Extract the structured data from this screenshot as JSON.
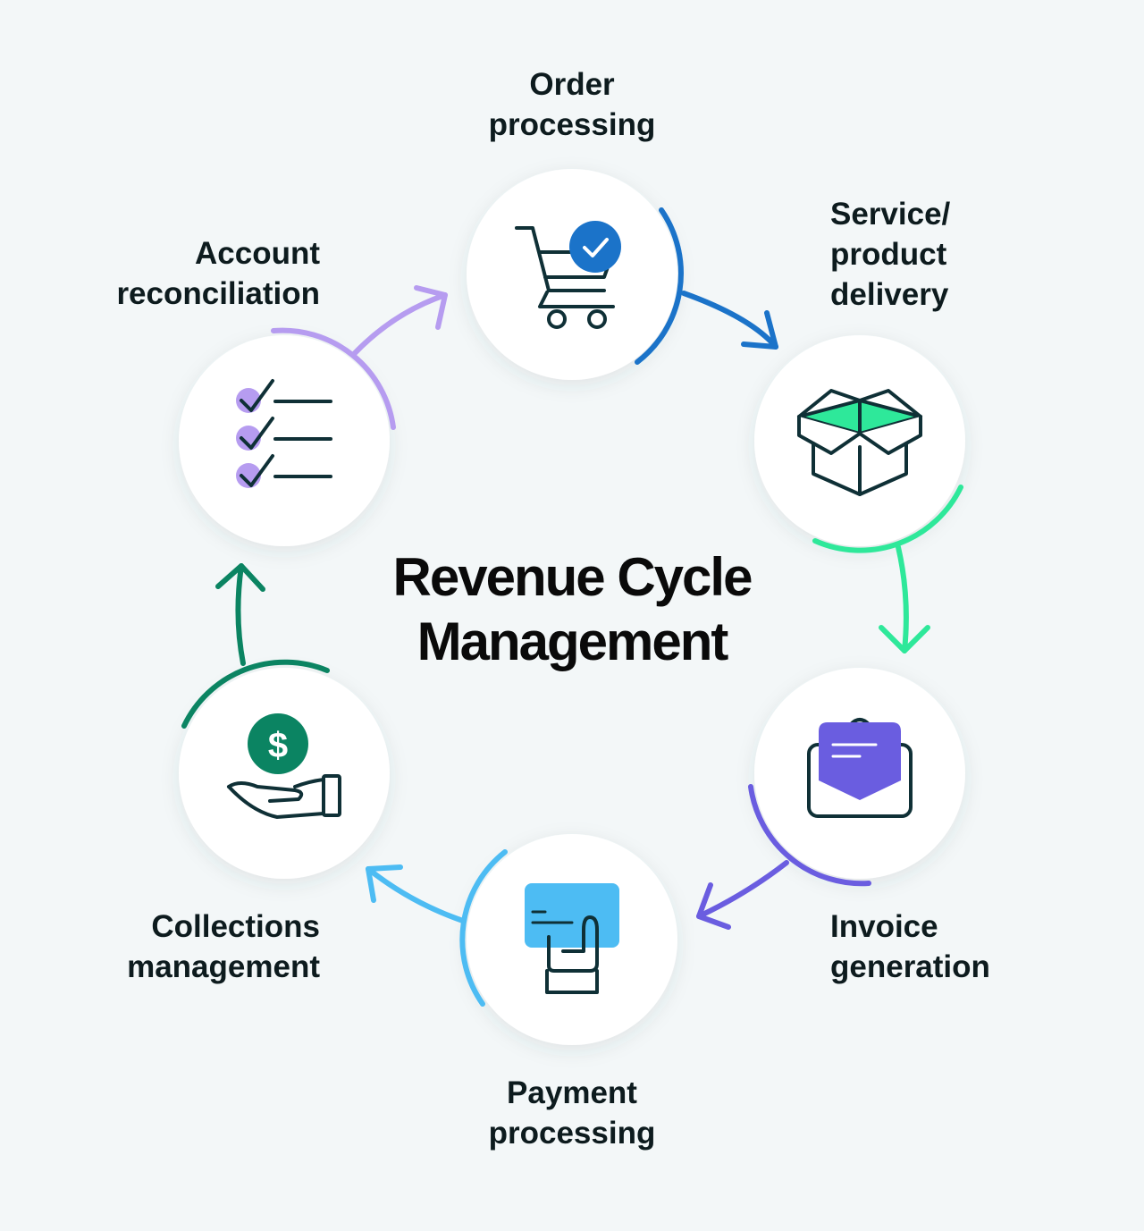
{
  "title": {
    "line1": "Revenue Cycle",
    "line2": "Management"
  },
  "steps": [
    {
      "id": "order",
      "line1": "Order",
      "line2": "processing",
      "icon": "shopping-cart-check-icon",
      "color": "#1b73c9"
    },
    {
      "id": "delivery",
      "line1": "Service/",
      "line2": "product",
      "line3": "delivery",
      "icon": "open-box-icon",
      "color": "#2ee89a"
    },
    {
      "id": "invoice",
      "line1": "Invoice",
      "line2": "generation",
      "icon": "envelope-letter-icon",
      "color": "#6a5de0"
    },
    {
      "id": "payment",
      "line1": "Payment",
      "line2": "processing",
      "icon": "hand-credit-card-icon",
      "color": "#4dbcf3"
    },
    {
      "id": "collections",
      "line1": "Collections",
      "line2": "management",
      "icon": "hand-dollar-coin-icon",
      "color": "#0b8462"
    },
    {
      "id": "reconciliation",
      "line1": "Account",
      "line2": "reconciliation",
      "icon": "checklist-icon",
      "color": "#b69cf0"
    }
  ],
  "colors": {
    "background": "#f3f7f8",
    "text": "#0d1b1e",
    "icon_stroke": "#0f3036",
    "circle_fill": "#ffffff"
  }
}
